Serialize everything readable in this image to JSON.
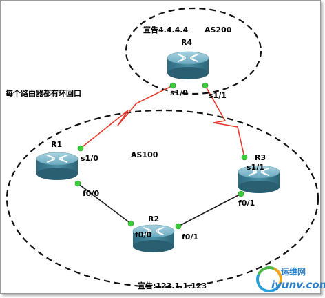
{
  "routers": {
    "r1": {
      "name": "R1"
    },
    "r2": {
      "name": "R2"
    },
    "r3": {
      "name": "R3"
    },
    "r4": {
      "name": "R4"
    }
  },
  "as_labels": {
    "as200": "AS200",
    "as100": "AS100"
  },
  "announcements": {
    "r4": "宣告4.4.4.4",
    "as100": "宣告:123.1.1.123"
  },
  "note": "每个路由器都有环回口",
  "interfaces": {
    "r4_s10": "s1/0",
    "r4_s11": "s1/1",
    "r1_s10": "s1/0",
    "r1_f00": "f0/0",
    "r2_f00": "f0/0",
    "r2_f01": "f0/1",
    "r3_s11": "s1/1",
    "r3_f01": "f0/1"
  },
  "watermark": {
    "line1": "运维网",
    "line2": "iyunv.com"
  },
  "colors": {
    "serial_link": "#e8372b",
    "ethernet_link": "#1a1a1a",
    "port_dot": "#3ccc3c",
    "router_body": "#3d7f95",
    "router_top": "#8cc2d4"
  }
}
